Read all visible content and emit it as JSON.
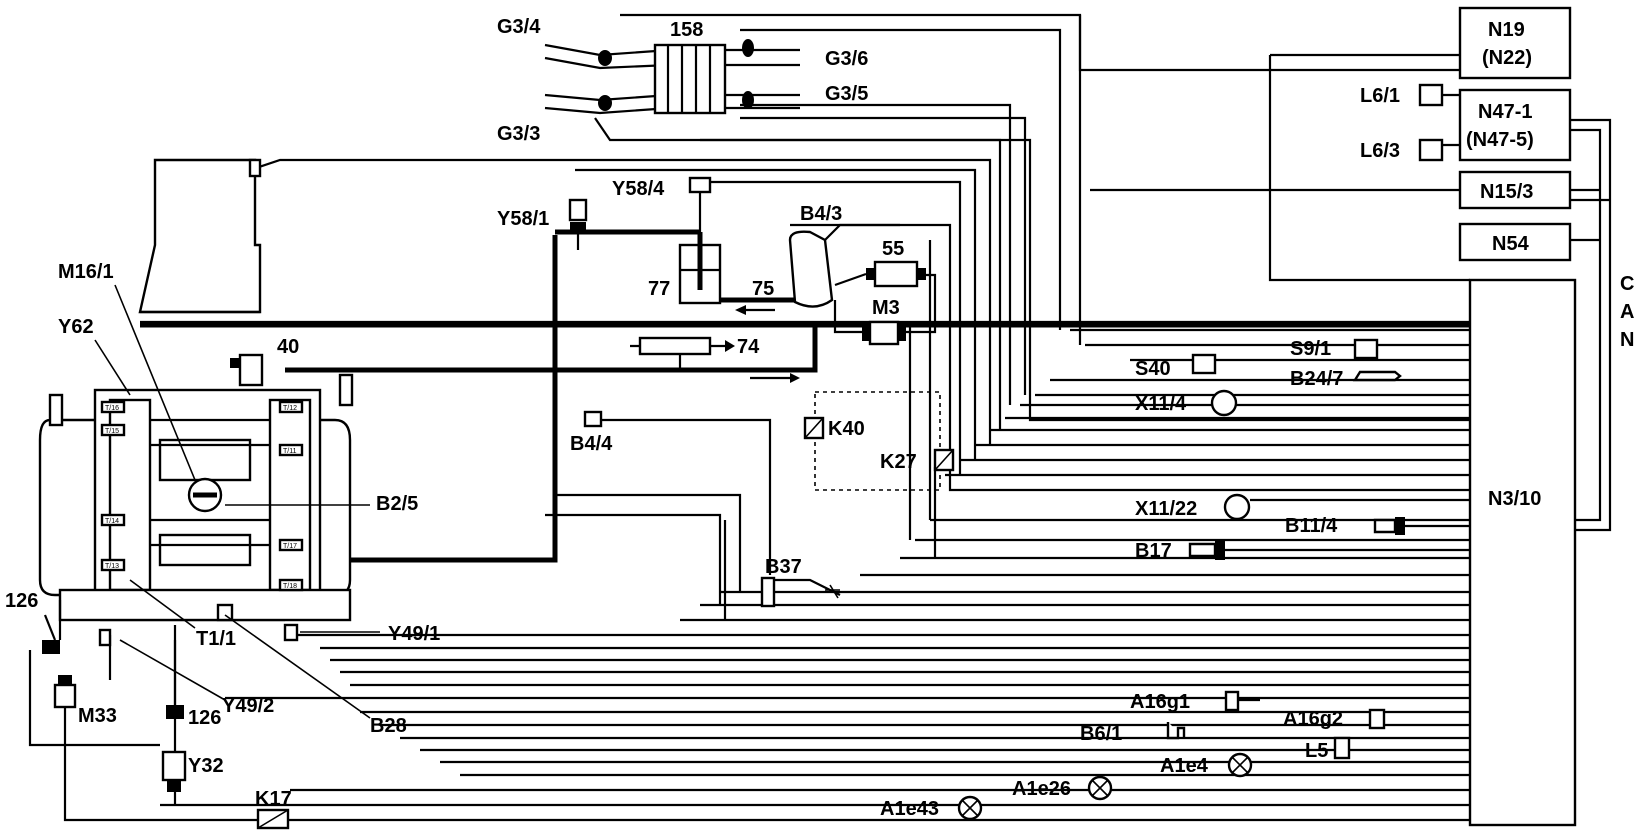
{
  "labels": {
    "g3_4": "G3/4",
    "n158": "158",
    "g3_6": "G3/6",
    "g3_5": "G3/5",
    "g3_3": "G3/3",
    "n19": "N19",
    "n22": "(N22)",
    "l6_1": "L6/1",
    "l6_3": "L6/3",
    "n47_1": "N47-1",
    "n47_5": "(N47-5)",
    "n15_3": "N15/3",
    "n54": "N54",
    "can_c": "C",
    "can_a": "A",
    "can_n": "N",
    "n3_10": "N3/10",
    "y58_1": "Y58/1",
    "y58_4": "Y58/4",
    "b4_3": "B4/3",
    "n55": "55",
    "n77": "77",
    "n75": "75",
    "m3": "M3",
    "n74": "74",
    "m16_1": "M16/1",
    "y62": "Y62",
    "n40": "40",
    "b4_4": "B4/4",
    "k40": "K40",
    "k27": "K27",
    "s40": "S40",
    "s9_1": "S9/1",
    "b24_7": "B24/7",
    "x11_4": "X11/4",
    "x11_22": "X11/22",
    "b11_4": "B11/4",
    "b17": "B17",
    "b2_5": "B2/5",
    "b37": "B37",
    "n126a": "126",
    "n126b": "126",
    "t1_1": "T1/1",
    "y49_1": "Y49/1",
    "y49_2": "Y49/2",
    "b28": "B28",
    "m33": "M33",
    "y32": "Y32",
    "k17": "K17",
    "a16g1": "A16g1",
    "a16g2": "A16g2",
    "b6_1": "B6/1",
    "l5": "L5",
    "a1e4": "A1e4",
    "a1e26": "A1e26",
    "a1e43": "A1e43"
  },
  "engine_cylinder_tags": [
    "T/16",
    "T/15",
    "T/14",
    "T/13",
    "T/12",
    "T/11",
    "T/17",
    "T/18"
  ]
}
